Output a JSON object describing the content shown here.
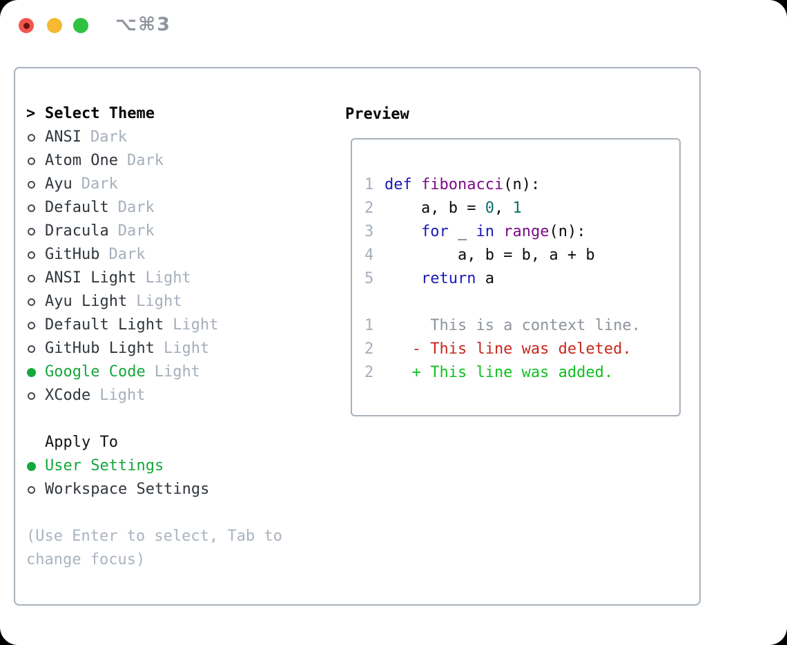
{
  "window": {
    "title": "⌥⌘3"
  },
  "traffic_lights": [
    {
      "name": "close",
      "color": "#f1564e"
    },
    {
      "name": "minimize",
      "color": "#f5b932"
    },
    {
      "name": "zoom",
      "color": "#2fc23f"
    }
  ],
  "theme_picker": {
    "prompt": ">",
    "header": "Select Theme",
    "items": [
      {
        "name": "ANSI",
        "variant": "Dark",
        "selected": false
      },
      {
        "name": "Atom One",
        "variant": "Dark",
        "selected": false
      },
      {
        "name": "Ayu",
        "variant": "Dark",
        "selected": false
      },
      {
        "name": "Default",
        "variant": "Dark",
        "selected": false
      },
      {
        "name": "Dracula",
        "variant": "Dark",
        "selected": false
      },
      {
        "name": "GitHub",
        "variant": "Dark",
        "selected": false
      },
      {
        "name": "ANSI Light",
        "variant": "Light",
        "selected": false
      },
      {
        "name": "Ayu Light",
        "variant": "Light",
        "selected": false
      },
      {
        "name": "Default Light",
        "variant": "Light",
        "selected": false
      },
      {
        "name": "GitHub Light",
        "variant": "Light",
        "selected": false
      },
      {
        "name": "Google Code",
        "variant": "Light",
        "selected": true
      },
      {
        "name": "XCode",
        "variant": "Light",
        "selected": false
      }
    ]
  },
  "apply_to": {
    "header": "Apply To",
    "options": [
      {
        "label": "User Settings",
        "selected": true
      },
      {
        "label": "Workspace Settings",
        "selected": false
      }
    ]
  },
  "hint_lines": [
    "(Use Enter to select, Tab to",
    "change focus)"
  ],
  "preview": {
    "title": "Preview",
    "lines": [
      {
        "n": "1",
        "segs": [
          [
            "kw",
            "def "
          ],
          [
            "fn",
            "fibonacci"
          ],
          [
            "pl",
            "(n):"
          ]
        ]
      },
      {
        "n": "2",
        "segs": [
          [
            "pl",
            "    a, b = "
          ],
          [
            "num",
            "0"
          ],
          [
            "pl",
            ", "
          ],
          [
            "num",
            "1"
          ]
        ]
      },
      {
        "n": "3",
        "segs": [
          [
            "pl",
            "    "
          ],
          [
            "kw",
            "for"
          ],
          [
            "pl",
            " _ "
          ],
          [
            "kw",
            "in"
          ],
          [
            "pl",
            " "
          ],
          [
            "fn",
            "range"
          ],
          [
            "pl",
            "(n):"
          ]
        ]
      },
      {
        "n": "4",
        "segs": [
          [
            "pl",
            "        a, b = b, a + b"
          ]
        ]
      },
      {
        "n": "5",
        "segs": [
          [
            "pl",
            "    "
          ],
          [
            "kw",
            "return"
          ],
          [
            "pl",
            " a"
          ]
        ]
      },
      {
        "n": "",
        "segs": []
      },
      {
        "n": "1",
        "segs": [
          [
            "ctx",
            "     This is a context line."
          ]
        ]
      },
      {
        "n": "2",
        "segs": [
          [
            "del",
            "   - This line was deleted."
          ]
        ]
      },
      {
        "n": "2",
        "segs": [
          [
            "add",
            "   + This line was added."
          ]
        ]
      }
    ]
  },
  "colors": {
    "accent_green": "#16a73c",
    "added_green": "#10c020",
    "deleted_red": "#c5281c",
    "keyword_blue": "#1a1ab8",
    "function_purple": "#7a0d85",
    "number_teal": "#0d6d66",
    "muted_gray": "#a6afbb",
    "border_gray": "#a8b0b9"
  }
}
